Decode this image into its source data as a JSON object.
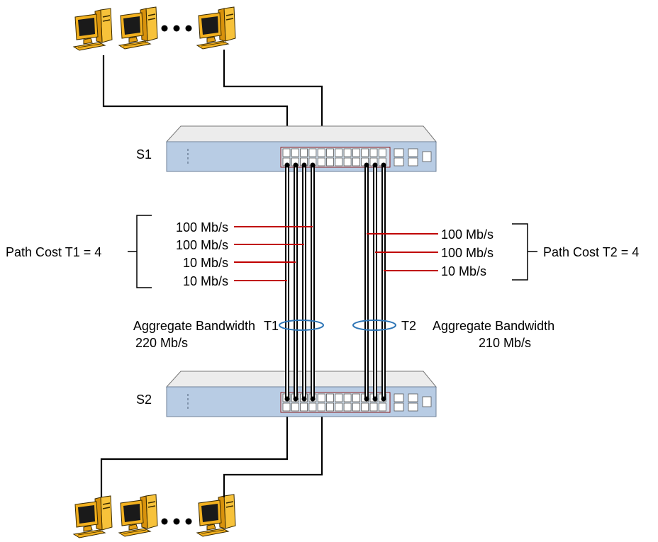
{
  "switches": {
    "top": {
      "label": "S1"
    },
    "bottom": {
      "label": "S2"
    }
  },
  "trunk1": {
    "label": "T1",
    "path_cost": "Path Cost T1 = 4",
    "aggregate_label": "Aggregate Bandwidth",
    "aggregate_value": "220 Mb/s",
    "links": [
      "100 Mb/s",
      "100 Mb/s",
      "10 Mb/s",
      "10 Mb/s"
    ]
  },
  "trunk2": {
    "label": "T2",
    "path_cost": "Path Cost T2 = 4",
    "aggregate_label": "Aggregate Bandwidth",
    "aggregate_value": "210 Mb/s",
    "links": [
      "100 Mb/s",
      "100 Mb/s",
      "10 Mb/s"
    ]
  },
  "colors": {
    "switch_front": "#b8cce4",
    "switch_top": "#e8e8e8",
    "speed_marker": "#c00000",
    "trunk_ring": "#2e75b6",
    "pc_body": "#f2b01e",
    "pc_screen": "#1a1a1a"
  },
  "icons": {
    "end_station": "desktop-computer-icon",
    "ellipsis": "ellipsis-dots-icon"
  }
}
